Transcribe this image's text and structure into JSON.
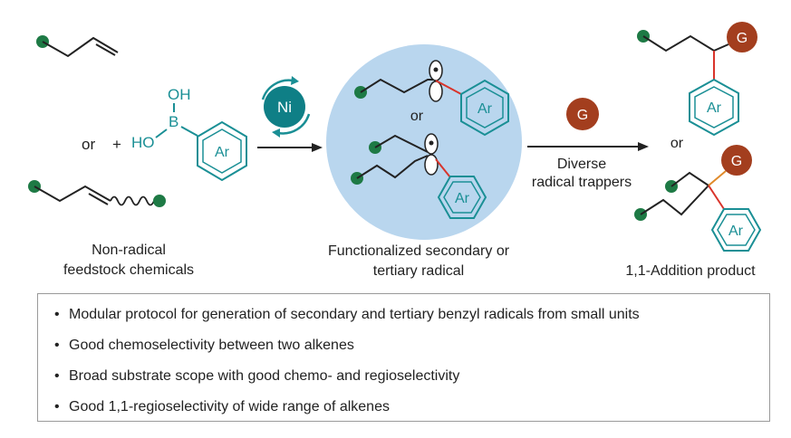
{
  "labels": {
    "or_left": "or",
    "plus": "+",
    "boronic_oh": "OH",
    "boronic_b": "B",
    "boronic_ho": "HO",
    "ar": "Ar",
    "ni": "Ni",
    "or_middle": "or",
    "g": "G",
    "trapper_line1": "Diverse",
    "trapper_line2": "radical trappers",
    "or_right": "or",
    "caption_left_line1": "Non-radical",
    "caption_left_line2": "feedstock chemicals",
    "caption_middle_line1": "Functionalized secondary or",
    "caption_middle_line2": "tertiary radical",
    "caption_right": "1,1-Addition product"
  },
  "bullets": [
    "Modular protocol for generation of secondary and tertiary benzyl radicals from small units",
    "Good chemoselectivity between two alkenes",
    "Broad substrate scope with good chemo- and regioselectivity",
    "Good 1,1-regioselectivity of wide range of alkenes"
  ],
  "colors": {
    "green_dot": "#1e7a45",
    "teal": "#1a8f95",
    "teal_dark": "#0f7f86",
    "brown": "#a33e1e",
    "bubble": "#b9d6ee",
    "red_bond": "#d9342b",
    "text": "#222222"
  }
}
